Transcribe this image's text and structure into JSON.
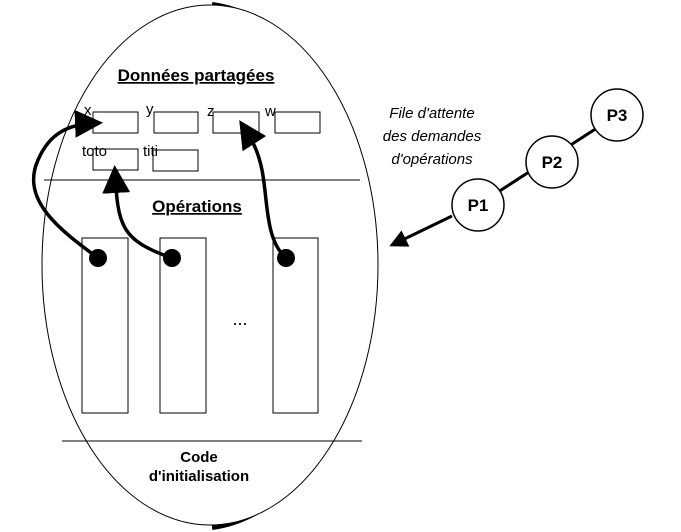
{
  "monitor": {
    "shared_data_title": "Données partagées",
    "variables": [
      "x",
      "y",
      "z",
      "w",
      "toto",
      "titi"
    ],
    "operations_title": "Opérations",
    "ellipsis": "...",
    "init_title_line1": "Code",
    "init_title_line2": "d'initialisation"
  },
  "queue": {
    "label_lines": [
      "File d'attente",
      "des demandes",
      "d'opérations"
    ],
    "processes": [
      "P1",
      "P2",
      "P3"
    ]
  }
}
